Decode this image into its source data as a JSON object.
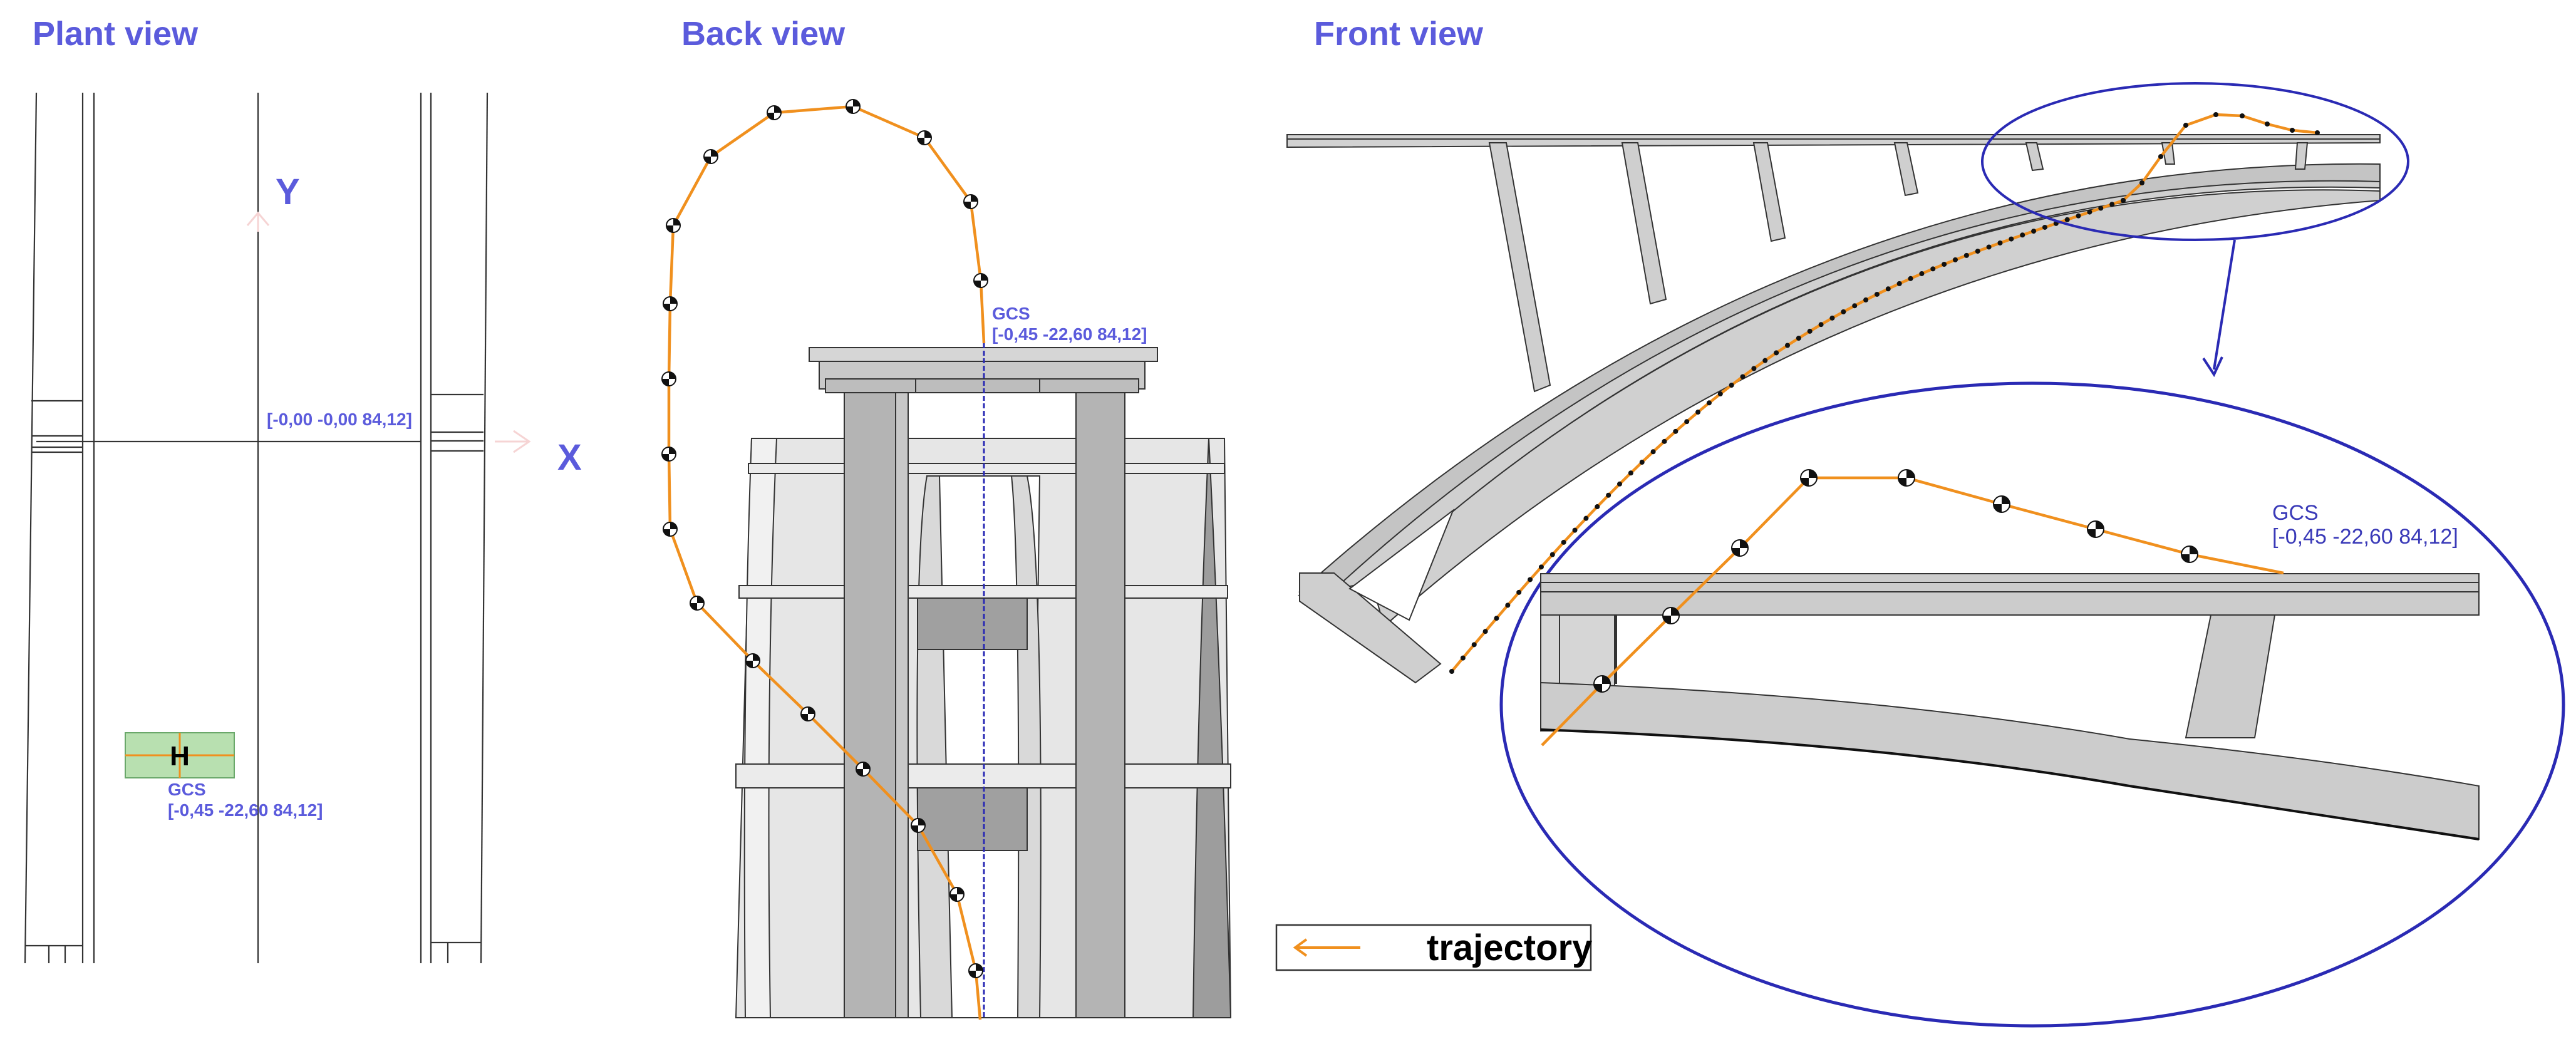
{
  "panels": {
    "plant": {
      "title": "Plant view"
    },
    "back": {
      "title": "Back view"
    },
    "front": {
      "title": "Front view"
    }
  },
  "plant_view": {
    "axis_y_label": "Y",
    "axis_x_label": "X",
    "origin_label": "[-0,00 -0,00 84,12]",
    "heliport_letter": "H",
    "gcs_title": "GCS",
    "gcs_coords": "[-0,45 -22,60 84,12]"
  },
  "back_view": {
    "gcs_title": "GCS",
    "gcs_coords": "[-0,45 -22,60 84,12]"
  },
  "front_view": {
    "gcs_title": "GCS",
    "gcs_coords": "[-0,45 -22,60 84,12]"
  },
  "legend": {
    "trajectory_label": "trajectory"
  },
  "colors": {
    "accent_blue": "#5b5bdc",
    "callout_blue": "#2a2ab4",
    "trajectory": "#f0901e",
    "heliport_fill": "#b8e0b0",
    "structure_light": "#e6e6e6",
    "structure_mid": "#c8c8c8",
    "structure_dark": "#9a9a9a"
  }
}
